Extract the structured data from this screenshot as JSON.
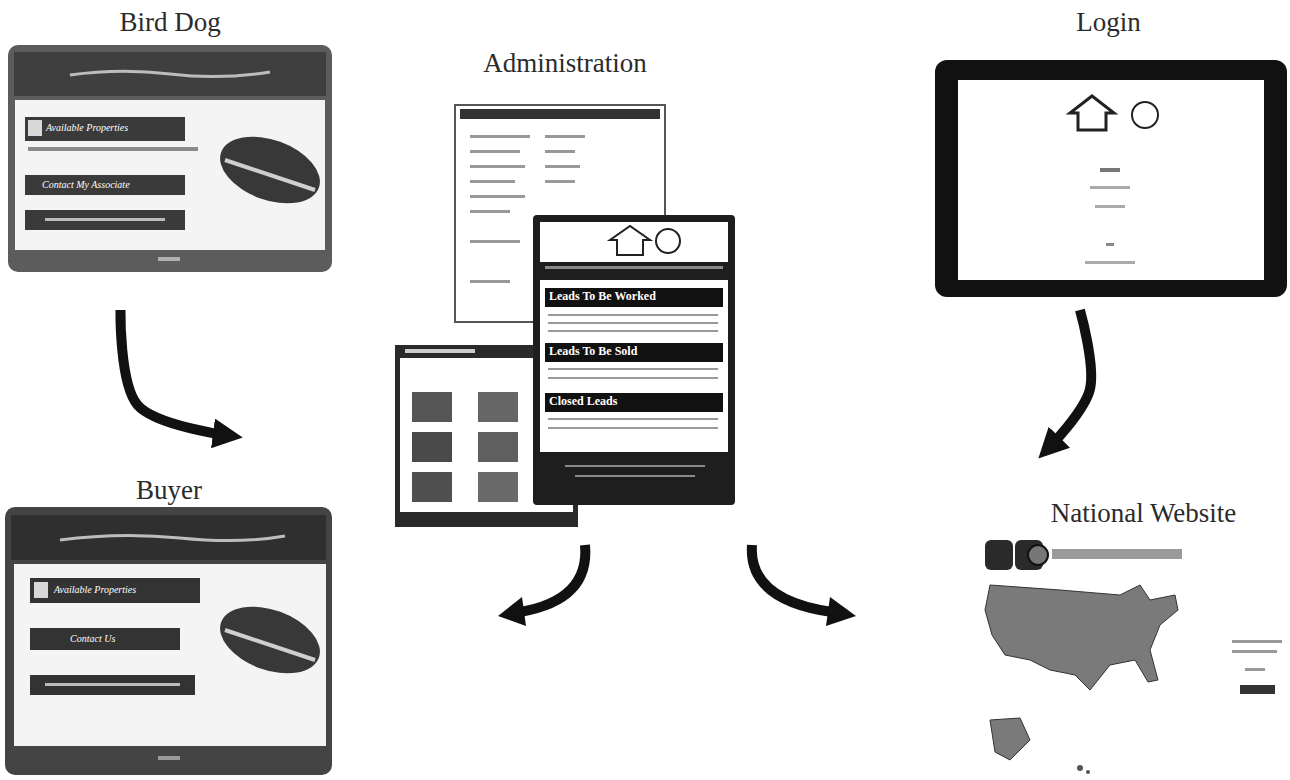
{
  "diagram": {
    "nodes": [
      {
        "text": [
          "Bird Dog"
        ]
      },
      {
        "text": [
          "Administration"
        ]
      },
      {
        "text": [
          "Login"
        ]
      },
      {
        "text": [
          "Buyer"
        ]
      },
      {
        "text": [
          "National Website"
        ]
      }
    ],
    "edges": [
      {
        "from": 0,
        "to": 3,
        "arrow": "to"
      },
      {
        "from": 2,
        "to": 4,
        "arrow": "to"
      }
    ],
    "labels": [
      "Available Properties",
      "Contact My Associate",
      "Leads To Be Worked",
      "Leads To Be Sold",
      "Closed Leads",
      "Available Properties",
      "Contact Us"
    ]
  }
}
